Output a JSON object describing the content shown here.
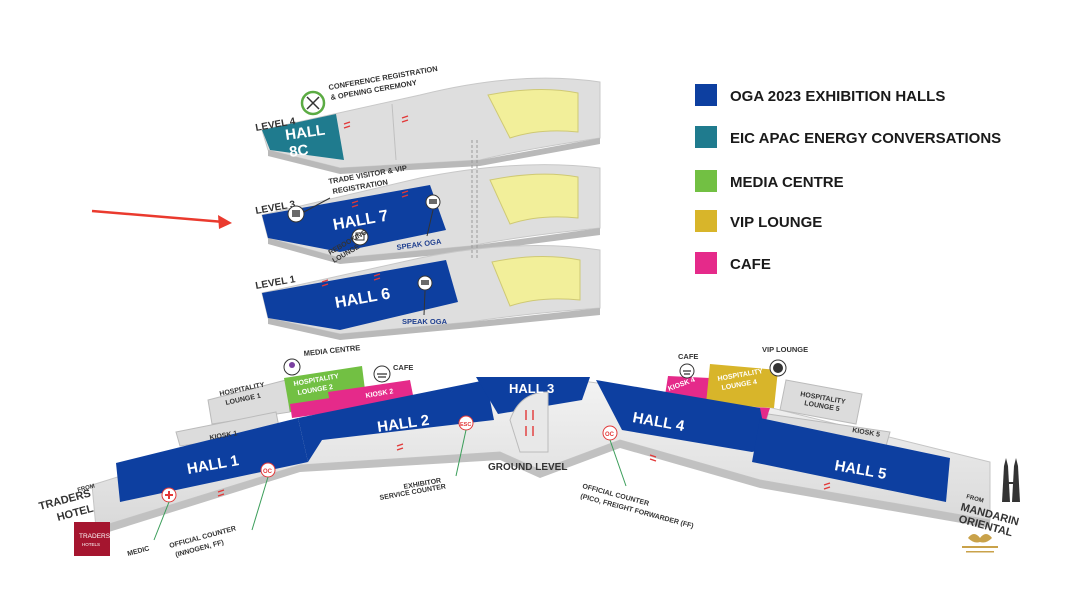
{
  "legend": [
    {
      "label": "OGA 2023 EXHIBITION HALLS",
      "color": "#0d3fa0"
    },
    {
      "label": "EIC APAC ENERGY CONVERSATIONS",
      "color": "#1f7b8e"
    },
    {
      "label": "MEDIA CENTRE",
      "color": "#72c043"
    },
    {
      "label": "VIP LOUNGE",
      "color": "#d8b52a"
    },
    {
      "label": "CAFE",
      "color": "#e52a8a"
    }
  ],
  "levels": {
    "level4": "LEVEL 4",
    "level3": "LEVEL 3",
    "level1": "LEVEL 1",
    "ground": "GROUND LEVEL"
  },
  "halls": {
    "hall8c_line1": "HALL",
    "hall8c_line2": "8C",
    "hall7": "HALL 7",
    "hall6": "HALL 6",
    "hall1": "HALL 1",
    "hall2": "HALL 2",
    "hall3": "HALL 3",
    "hall4": "HALL 4",
    "hall5": "HALL 5"
  },
  "areas": {
    "hosp1_line1": "HOSPITALITY",
    "hosp1_line2": "LOUNGE 1",
    "hosp2_line1": "HOSPITALITY",
    "hosp2_line2": "LOUNGE 2",
    "hosp4_line1": "HOSPITALITY",
    "hosp4_line2": "LOUNGE 4",
    "hosp5_line1": "HOSPITALITY",
    "hosp5_line2": "LOUNGE 5",
    "kiosk1": "KIOSK 1",
    "kiosk2": "KIOSK 2",
    "kiosk4": "KIOSK 4",
    "kiosk5": "KIOSK 5"
  },
  "annotations": {
    "conf_line1": "CONFERENCE REGISTRATION",
    "conf_line2": "& OPENING CEREMONY",
    "trade_line1": "TRADE VISITOR & VIP",
    "trade_line2": "REGISTRATION",
    "rebook_line1": "REBOOKING",
    "rebook_line2": "LOUNGE",
    "speak_oga_l3": "SPEAK OGA",
    "speak_oga_l1": "SPEAK OGA",
    "media_centre": "MEDIA CENTRE",
    "cafe_left": "CAFE",
    "cafe_right": "CAFE",
    "vip_lounge": "VIP LOUNGE",
    "exhibitor_line1": "EXHIBITOR",
    "exhibitor_line2": "SERVICE COUNTER",
    "official_right_line1": "OFFICIAL COUNTER",
    "official_right_line2": "(PICO, FREIGHT FORWARDER (FF)",
    "official_left_line1": "OFFICIAL COUNTER",
    "official_left_line2": "(INNOGEN, FF)",
    "medic": "MEDIC"
  },
  "badges": {
    "oc": "OC",
    "esc": "ESC",
    "oc_right": "OC"
  },
  "hotels": {
    "from_left": "FROM",
    "traders_line1": "TRADERS",
    "traders_line2": "HOTEL",
    "traders_logo_line1": "TRADERS",
    "traders_logo_line2": "HOTELS",
    "from_right": "FROM",
    "mandarin_line1": "MANDARIN",
    "mandarin_line2": "ORIENTAL"
  }
}
